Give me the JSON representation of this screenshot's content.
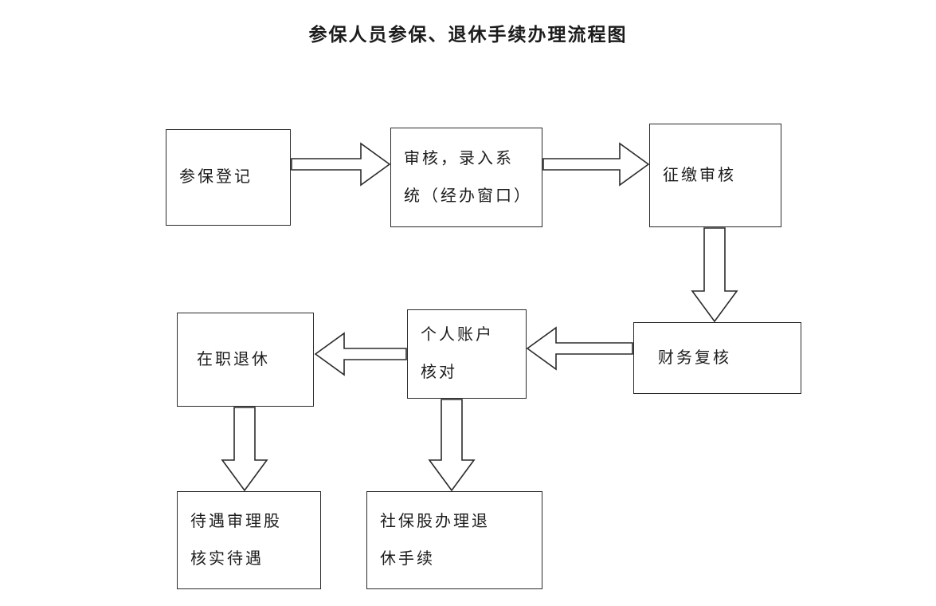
{
  "title": "参保人员参保、退休手续办理流程图",
  "colors": {
    "line": "#2b2b2b",
    "background": "#ffffff",
    "text": "#1c1c1c"
  },
  "nodes": [
    {
      "id": "enroll-registration",
      "label": "参保登记"
    },
    {
      "id": "review-system-entry",
      "label": "审核，录入系\n统（经办窗口）"
    },
    {
      "id": "collection-audit",
      "label": "征缴审核"
    },
    {
      "id": "finance-recheck",
      "label": "财务复核"
    },
    {
      "id": "personal-account-check",
      "label": "个人账户\n核对"
    },
    {
      "id": "in-service-retirement",
      "label": "在职退休"
    },
    {
      "id": "benefit-review-section",
      "label": "待遇审理股\n核实待遇"
    },
    {
      "id": "social-security-section",
      "label": "社保股办理退\n休手续"
    }
  ],
  "edges": [
    {
      "from": "enroll-registration",
      "to": "review-system-entry",
      "direction": "right"
    },
    {
      "from": "review-system-entry",
      "to": "collection-audit",
      "direction": "right"
    },
    {
      "from": "collection-audit",
      "to": "finance-recheck",
      "direction": "down"
    },
    {
      "from": "finance-recheck",
      "to": "personal-account-check",
      "direction": "left"
    },
    {
      "from": "personal-account-check",
      "to": "in-service-retirement",
      "direction": "left"
    },
    {
      "from": "in-service-retirement",
      "to": "benefit-review-section",
      "direction": "down"
    },
    {
      "from": "personal-account-check",
      "to": "social-security-section",
      "direction": "down"
    }
  ]
}
